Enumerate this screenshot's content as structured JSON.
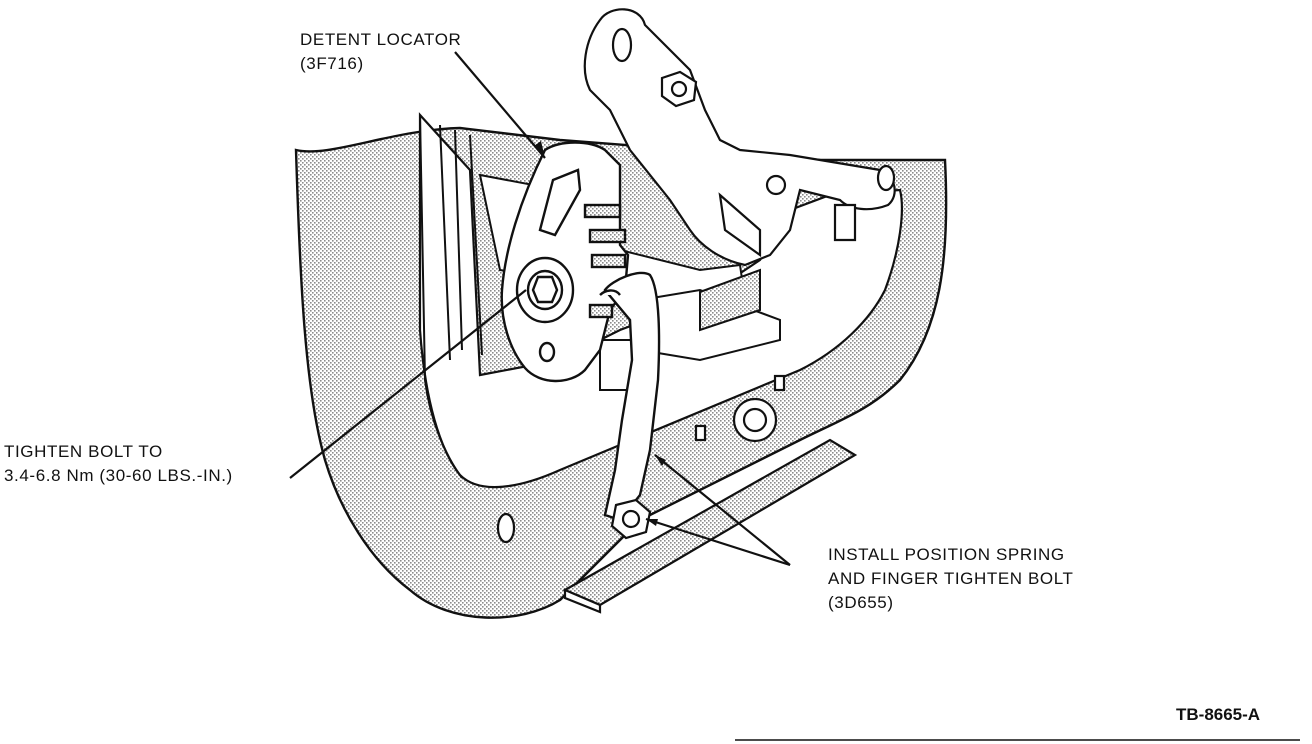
{
  "figure": {
    "id": "TB-8665-A",
    "colors": {
      "ink": "#111111",
      "stipple": "#9a9a9a",
      "paper": "#ffffff"
    }
  },
  "callouts": {
    "detent_locator": {
      "line1": "DETENT LOCATOR",
      "line2": "(3F716)"
    },
    "tighten_bolt": {
      "line1": "TIGHTEN BOLT TO",
      "line2": "3.4-6.8 Nm (30-60 LBS.-IN.)"
    },
    "install_spring": {
      "line1": "INSTALL POSITION SPRING",
      "line2": "AND FINGER TIGHTEN BOLT",
      "line3": "(3D655)"
    }
  }
}
